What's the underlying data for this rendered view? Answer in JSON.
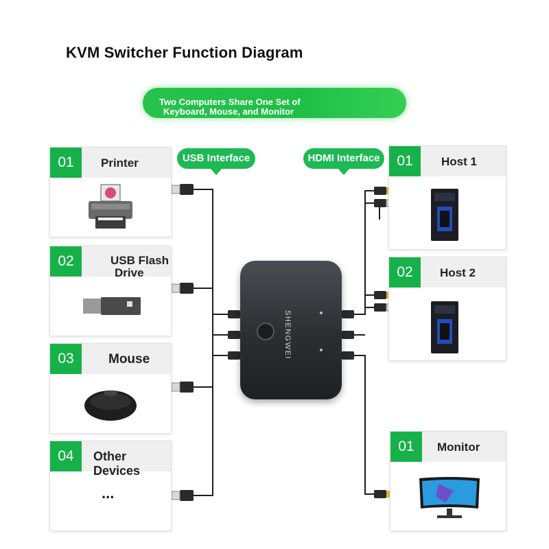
{
  "title": "KVM Switcher Function Diagram",
  "banner": {
    "line1": "Two Computers Share One Set of",
    "line2": "Keyboard, Mouse, and Monitor"
  },
  "interfaces": {
    "usb": "USB Interface",
    "hdmi": "HDMI Interface"
  },
  "usb_devices": [
    {
      "num": "01",
      "label": "Printer",
      "icon": "printer-icon"
    },
    {
      "num": "02",
      "label_line1": "USB Flash",
      "label_line2": "Drive",
      "icon": "usb-flash-drive-icon"
    },
    {
      "num": "03",
      "label": "Mouse",
      "icon": "mouse-icon"
    },
    {
      "num": "04",
      "label": "Other Devices",
      "icon": "ellipsis",
      "content": "..."
    }
  ],
  "hosts": [
    {
      "num": "01",
      "label": "Host 1",
      "icon": "pc-tower-icon"
    },
    {
      "num": "02",
      "label": "Host 2",
      "icon": "pc-tower-icon"
    }
  ],
  "monitor": {
    "num": "01",
    "label": "Monitor",
    "icon": "monitor-icon"
  },
  "device": {
    "brand": "SHENGWEI",
    "icon": "kvm-switch-icon"
  },
  "colors": {
    "accent_green": "#1db954",
    "number_green": "#17b14a",
    "header_gray": "#efefef"
  }
}
